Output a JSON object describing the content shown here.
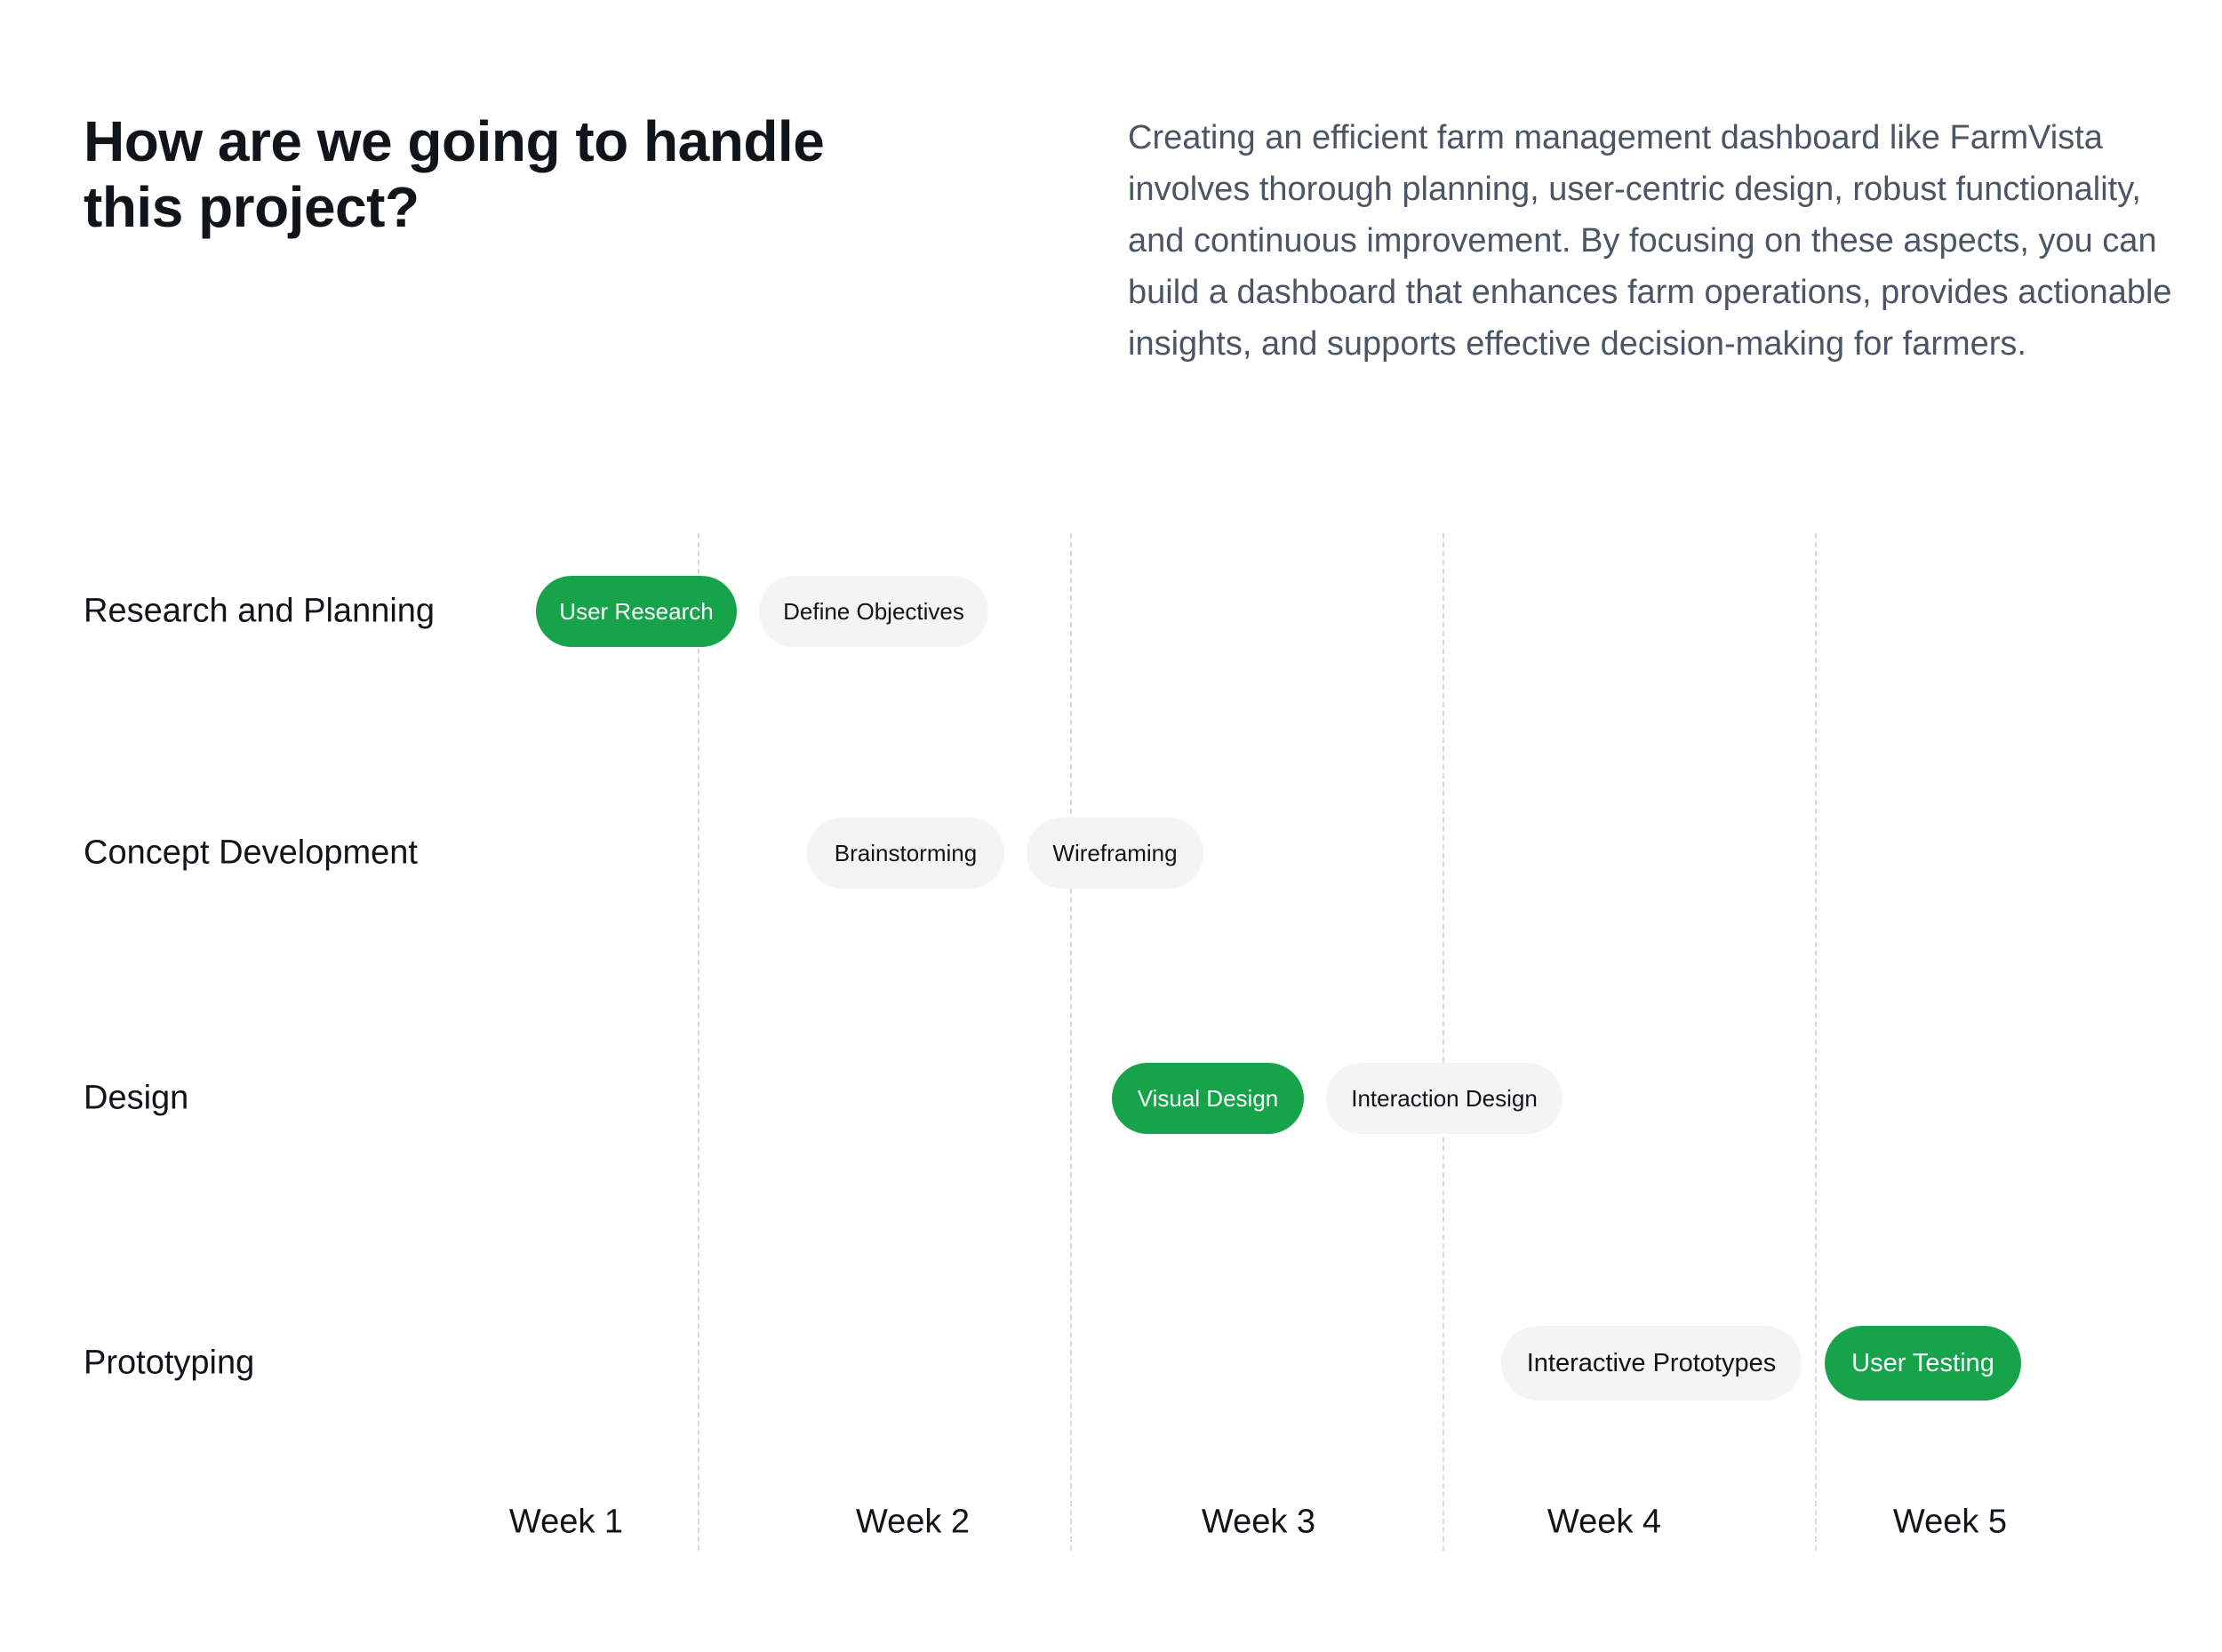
{
  "heading": {
    "line1": "How are we going to handle",
    "line2": "this project?"
  },
  "description": "Creating an efficient farm management dashboard like FarmVista involves thorough planning, user-centric design, robust functionality, and continuous improvement. By focusing on these aspects, you can build a dashboard that enhances farm operations, provides actionable insights, and supports effective decision-making for farmers.",
  "colors": {
    "accent": "#16a34a",
    "pill_inactive": "#f4f4f5",
    "text": "#111418",
    "muted_text": "#4b5563",
    "divider": "#d9d9d9"
  },
  "weeks": [
    "Week 1",
    "Week 2",
    "Week 3",
    "Week 4",
    "Week 5"
  ],
  "phases": [
    {
      "label": "Research and Planning",
      "tasks": [
        {
          "label": "User Research",
          "highlighted": true
        },
        {
          "label": "Define Objectives",
          "highlighted": false
        }
      ]
    },
    {
      "label": "Concept Development",
      "tasks": [
        {
          "label": "Brainstorming",
          "highlighted": false
        },
        {
          "label": "Wireframing",
          "highlighted": false
        }
      ]
    },
    {
      "label": "Design",
      "tasks": [
        {
          "label": "Visual Design",
          "highlighted": true
        },
        {
          "label": "Interaction Design",
          "highlighted": false
        }
      ]
    },
    {
      "label": "Prototyping",
      "tasks": [
        {
          "label": "Interactive Prototypes",
          "highlighted": false
        },
        {
          "label": "User Testing",
          "highlighted": true
        }
      ]
    }
  ]
}
